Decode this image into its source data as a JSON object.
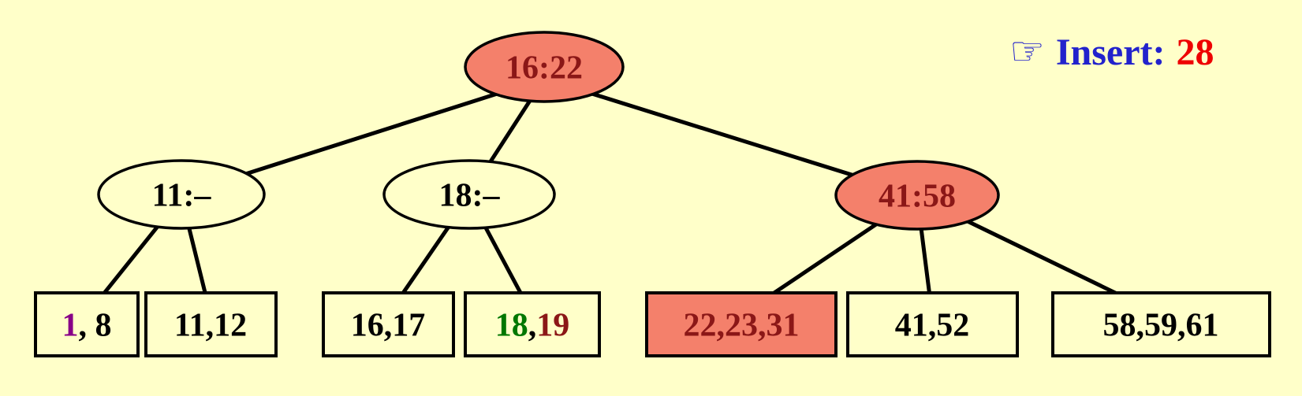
{
  "colors": {
    "background": "#FFFFC9",
    "highlight_fill": "#F4806B",
    "normal_fill": "#FFFFC9",
    "stroke": "#000000",
    "dark_red_text": "#8B1717",
    "black_text": "#000000",
    "purple_text": "#880088",
    "green_text": "#007700",
    "blue_text": "#2222CC",
    "red_text": "#EE0000"
  },
  "annotation": {
    "hand_icon": "☞",
    "label": "Insert:",
    "value": "28"
  },
  "tree": {
    "root": {
      "label": "16:22",
      "highlighted": true
    },
    "internal_nodes": [
      {
        "label": "11:–",
        "highlighted": false
      },
      {
        "label": "18:–",
        "highlighted": false
      },
      {
        "label": "41:58",
        "highlighted": true
      }
    ],
    "leaves": [
      {
        "highlighted": false,
        "parts": [
          {
            "text": "1",
            "color": "purple"
          },
          {
            "text": ", 8",
            "color": "black"
          }
        ]
      },
      {
        "highlighted": false,
        "parts": [
          {
            "text": "11,12",
            "color": "black"
          }
        ]
      },
      {
        "highlighted": false,
        "parts": [
          {
            "text": "16,17",
            "color": "black"
          }
        ]
      },
      {
        "highlighted": false,
        "parts": [
          {
            "text": "18",
            "color": "green"
          },
          {
            "text": ",",
            "color": "black"
          },
          {
            "text": "19",
            "color": "dark_red"
          }
        ]
      },
      {
        "highlighted": true,
        "parts": [
          {
            "text": "22,23,31",
            "color": "dark_red"
          }
        ]
      },
      {
        "highlighted": false,
        "parts": [
          {
            "text": "41,52",
            "color": "black"
          }
        ]
      },
      {
        "highlighted": false,
        "parts": [
          {
            "text": "58,59,61",
            "color": "black"
          }
        ]
      }
    ]
  }
}
